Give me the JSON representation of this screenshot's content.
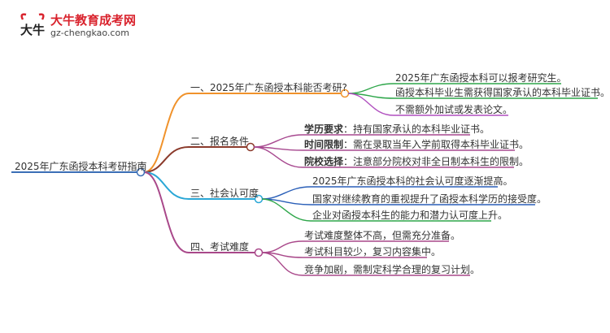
{
  "logo": {
    "brand": "大牛教育成考网",
    "url": "gz-chengkao.com",
    "mark_text": "大牛"
  },
  "root": {
    "text": "2025年广东函授本科考研指南",
    "color": "#3b6fb6"
  },
  "branches": [
    {
      "text": "一、2025年广东函授本科能否考研?",
      "color": "#f0922b",
      "children": [
        {
          "text": "2025年广东函授本科可以报考研究生。",
          "color": "#2ea64a"
        },
        {
          "text": "函授本科毕业生需获得国家承认的本科毕业证书。",
          "color": "#2ea64a"
        },
        {
          "text": "不需额外加试或发表论文。",
          "color": "#b04fbf"
        }
      ]
    },
    {
      "text": "二、报名条件",
      "color": "#8b3a2b",
      "children": [
        {
          "label": "学历要求",
          "text": "：持有国家承认的本科毕业证书。",
          "color": "#a7488f"
        },
        {
          "label": "时间限制",
          "text": "：需在录取当年入学前取得本科毕业证书。",
          "color": "#a7488f"
        },
        {
          "label": "院校选择",
          "text": "：注意部分院校对非全日制本科生的限制。",
          "color": "#a7488f"
        }
      ]
    },
    {
      "text": "三、社会认可度",
      "color": "#2aa7d6",
      "children": [
        {
          "text": "2025年广东函授本科的社会认可度逐渐提高。",
          "color": "#2a5fb8"
        },
        {
          "text": "国家对继续教育的重视提升了函授本科学历的接受度。",
          "color": "#2a5fb8"
        },
        {
          "text": "企业对函授本科生的能力和潜力认可度上升。",
          "color": "#2ea64a"
        }
      ]
    },
    {
      "text": "四、考试难度",
      "color": "#a9488a",
      "children": [
        {
          "text": "考试难度整体不高，但需充分准备。",
          "color": "#a9488a"
        },
        {
          "text": "考试科目较少，复习内容集中。",
          "color": "#a9488a"
        },
        {
          "text": "竞争加剧，需制定科学合理的复习计划。",
          "color": "#a9488a"
        }
      ]
    }
  ]
}
